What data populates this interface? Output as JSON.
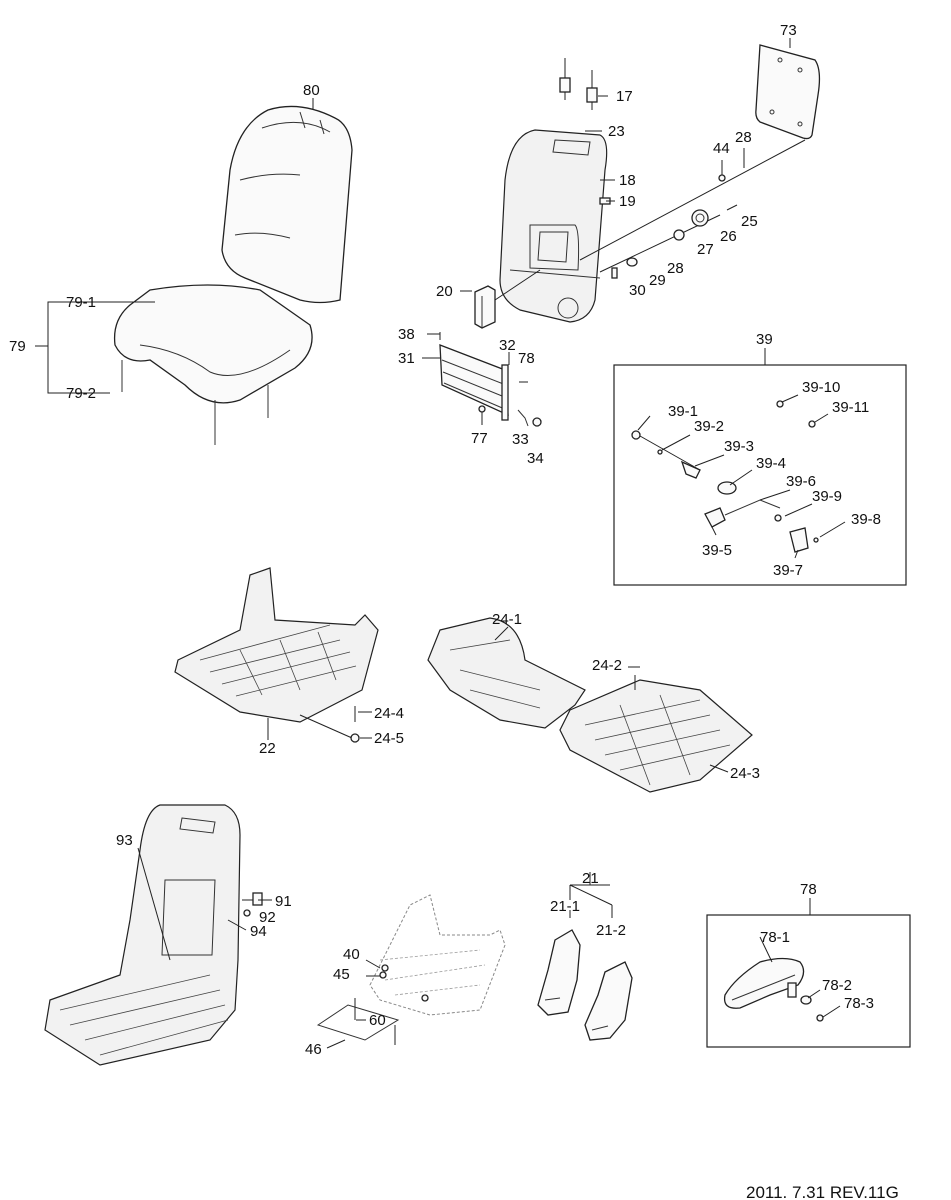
{
  "labels": {
    "p80": "80",
    "p79_1": "79-1",
    "p79": "79",
    "p79_2": "79-2",
    "p73": "73",
    "p17": "17",
    "p23": "23",
    "p18": "18",
    "p19": "19",
    "p44": "44",
    "p28a": "28",
    "p25": "25",
    "p26": "26",
    "p27": "27",
    "p28b": "28",
    "p29": "29",
    "p30": "30",
    "p20": "20",
    "p38": "38",
    "p31": "31",
    "p32": "32",
    "p78s": "78",
    "p77": "77",
    "p33": "33",
    "p34": "34",
    "p39": "39",
    "p39_10": "39-10",
    "p39_11": "39-11",
    "p39_1": "39-1",
    "p39_2": "39-2",
    "p39_3": "39-3",
    "p39_4": "39-4",
    "p39_6": "39-6",
    "p39_9": "39-9",
    "p39_8": "39-8",
    "p39_5": "39-5",
    "p39_7": "39-7",
    "p24_1": "24-1",
    "p24_2": "24-2",
    "p24_3": "24-3",
    "p24_4": "24-4",
    "p24_5": "24-5",
    "p22": "22",
    "p93": "93",
    "p91": "91",
    "p92": "92",
    "p94": "94",
    "p40": "40",
    "p45": "45",
    "p60": "60",
    "p46": "46",
    "p21": "21",
    "p21_1": "21-1",
    "p21_2": "21-2",
    "p78": "78",
    "p78_1": "78-1",
    "p78_2": "78-2",
    "p78_3": "78-3"
  },
  "footer": {
    "revision": "2011. 7.31 REV.11G"
  }
}
